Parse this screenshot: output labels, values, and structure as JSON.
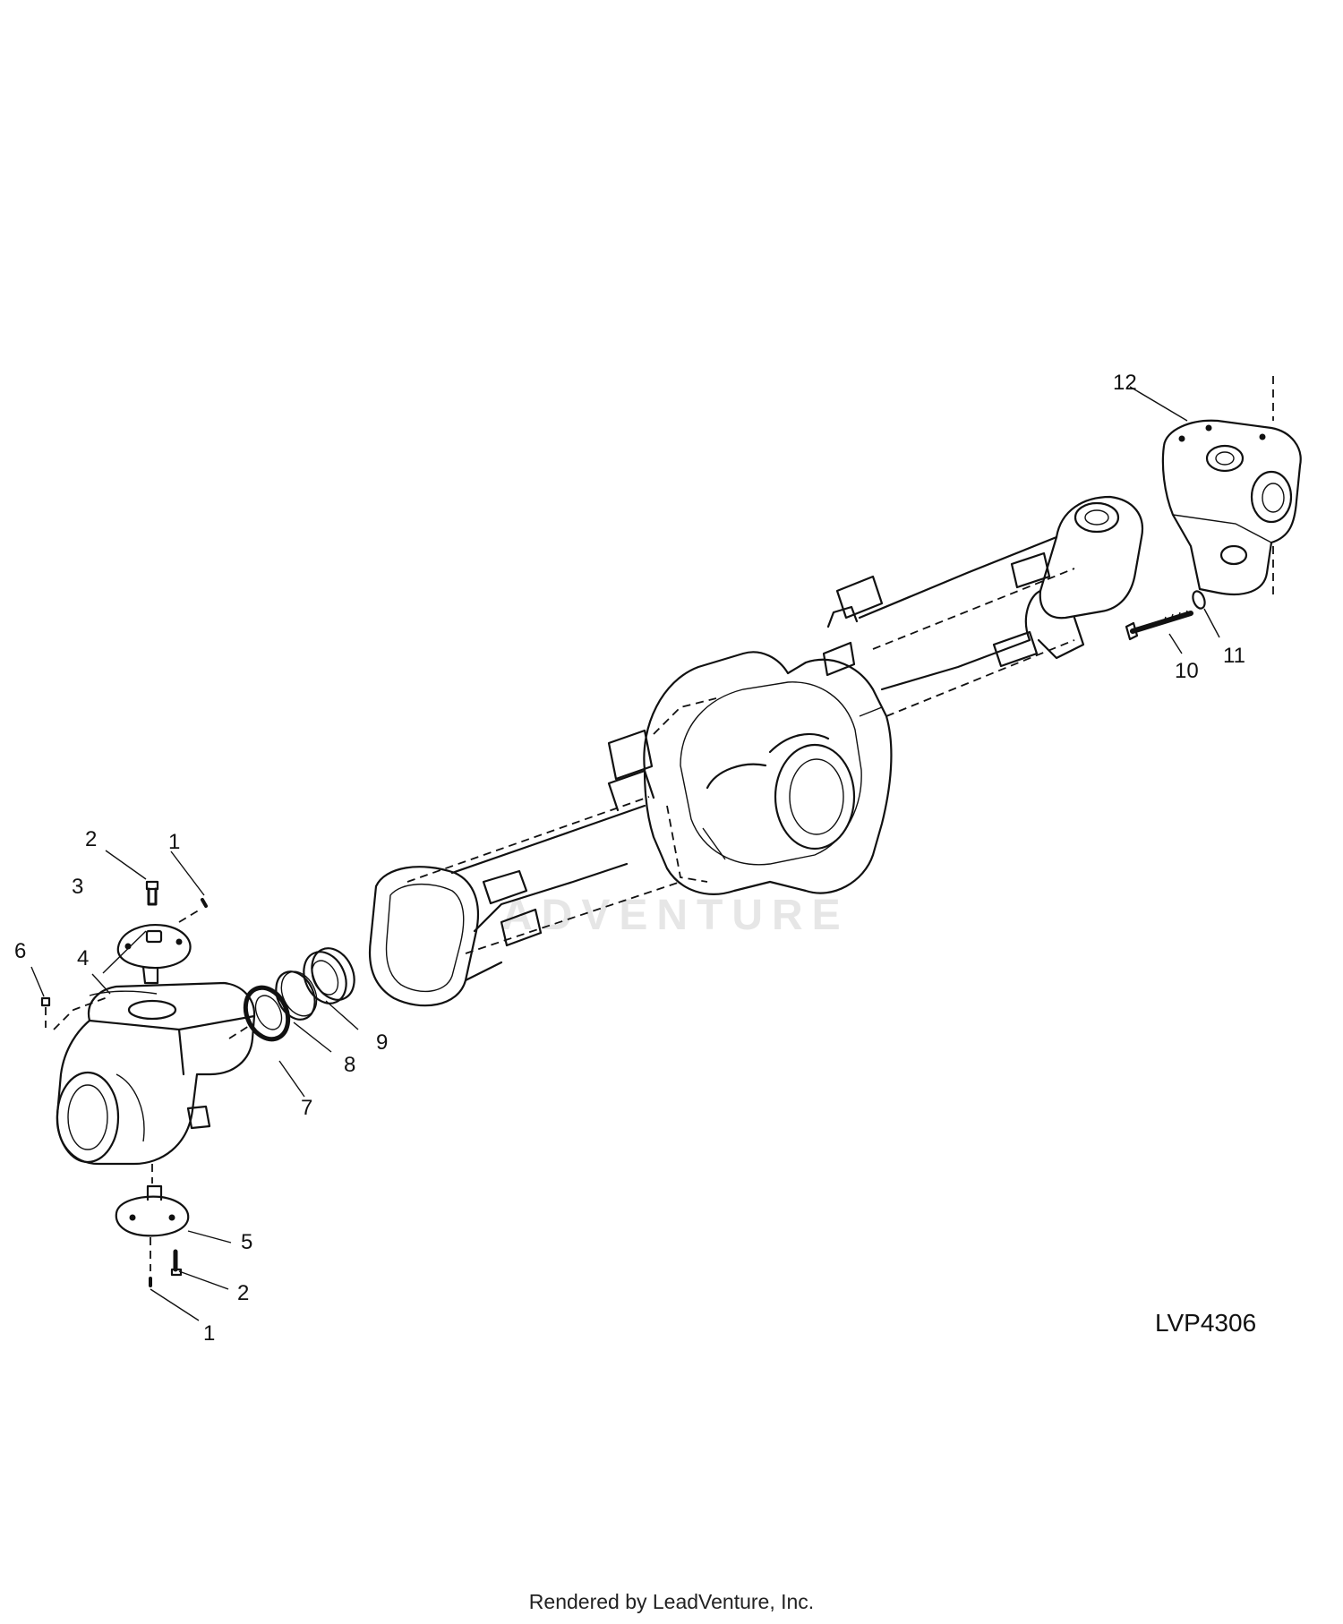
{
  "figure_id": "LVP4306",
  "watermark": "ADVENTURE",
  "footer": "Rendered by LeadVenture, Inc.",
  "callouts": [
    {
      "label": "1",
      "part": "upper-pin"
    },
    {
      "label": "2",
      "part": "upper-cap-screw"
    },
    {
      "label": "3",
      "part": "upper-pivot-cap"
    },
    {
      "label": "4",
      "part": "steering-knuckle-housing"
    },
    {
      "label": "5",
      "part": "lower-pivot-cap"
    },
    {
      "label": "2",
      "part": "lower-cap-screw"
    },
    {
      "label": "1",
      "part": "lower-pin"
    },
    {
      "label": "6",
      "part": "small-pin"
    },
    {
      "label": "7",
      "part": "seal-7"
    },
    {
      "label": "8",
      "part": "ring-8"
    },
    {
      "label": "9",
      "part": "seal-9"
    },
    {
      "label": "10",
      "part": "bolt"
    },
    {
      "label": "11",
      "part": "nut"
    },
    {
      "label": "12",
      "part": "right-knuckle-housing"
    }
  ]
}
